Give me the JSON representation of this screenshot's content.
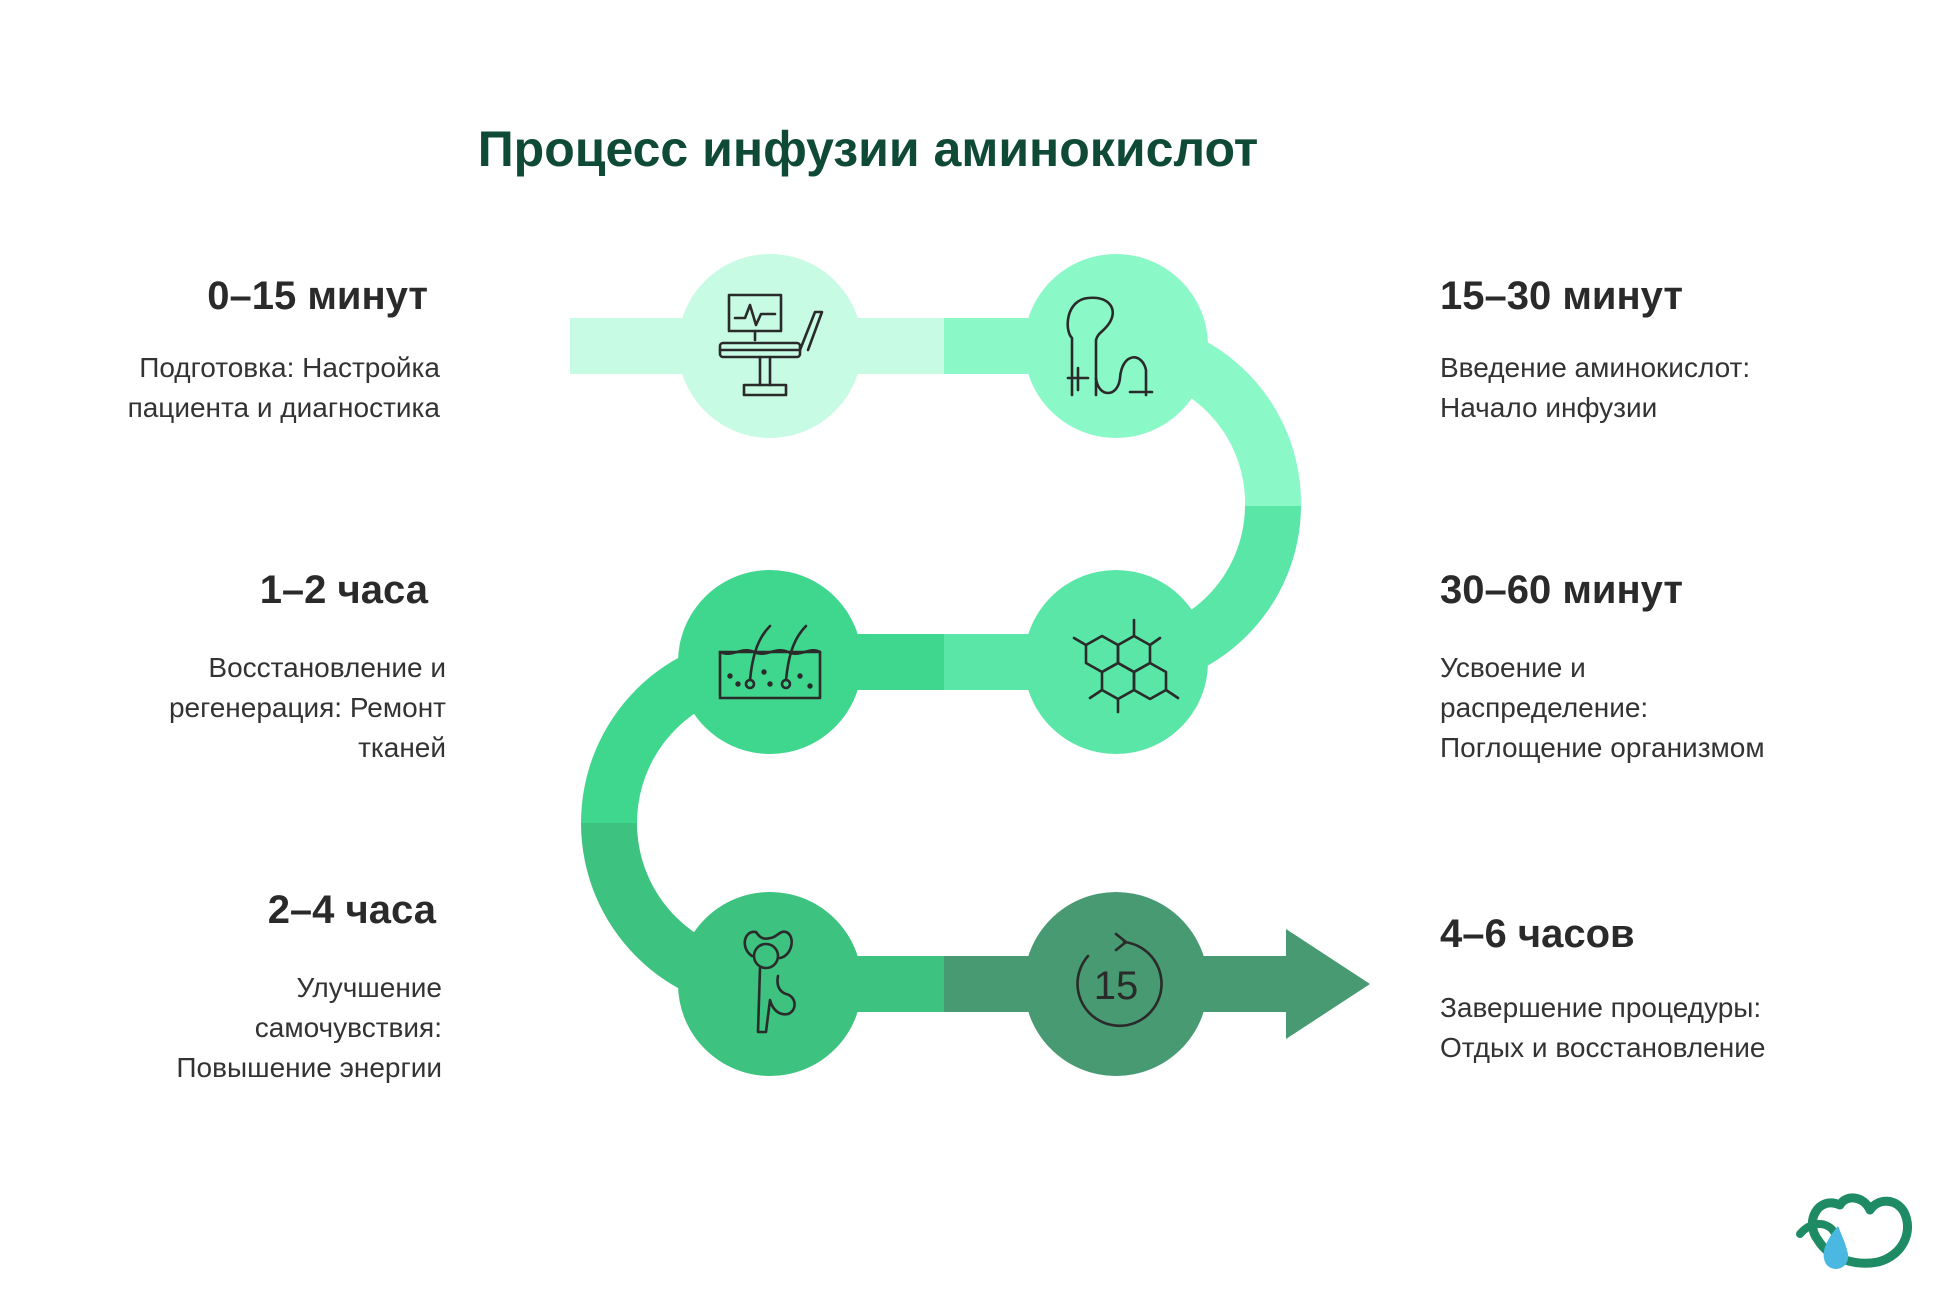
{
  "title": "Процесс инфузии аминокислот",
  "steps": [
    {
      "time": "0–15 минут",
      "desc_lines": [
        "Подготовка: Настройка",
        "пациента и диагностика"
      ],
      "icon": "medical-chair-monitor-icon",
      "color": "#c8fbe3"
    },
    {
      "time": "15–30 минут",
      "desc_lines": [
        "Введение аминокислот:",
        "Начало инфузии"
      ],
      "icon": "iv-drip-arm-icon",
      "color": "#8bf8c8"
    },
    {
      "time": "30–60 минут",
      "desc_lines": [
        "Усвоение и",
        "распределение:",
        "Поглощение организмом"
      ],
      "icon": "molecule-structure-icon",
      "color": "#5ae6a6"
    },
    {
      "time": "1–2 часа",
      "desc_lines": [
        "Восстановление и",
        "регенерация: Ремонт",
        "тканей"
      ],
      "icon": "skin-regeneration-icon",
      "color": "#3fd68d"
    },
    {
      "time": "2–4 часа",
      "desc_lines": [
        "Улучшение",
        "самочувствия:",
        "Повышение энергии"
      ],
      "icon": "energy-body-icon",
      "color": "#3dc27f"
    },
    {
      "time": "4–6 часов",
      "desc_lines": [
        "Завершение процедуры:",
        "Отдых и восстановление"
      ],
      "icon": "timer-15-icon",
      "color": "#479a71"
    }
  ],
  "icon_text": {
    "timer": "15"
  },
  "colors": {
    "title": "#0f4a37",
    "logo_green": "#1e8b64",
    "logo_drop": "#4ab8e0"
  }
}
